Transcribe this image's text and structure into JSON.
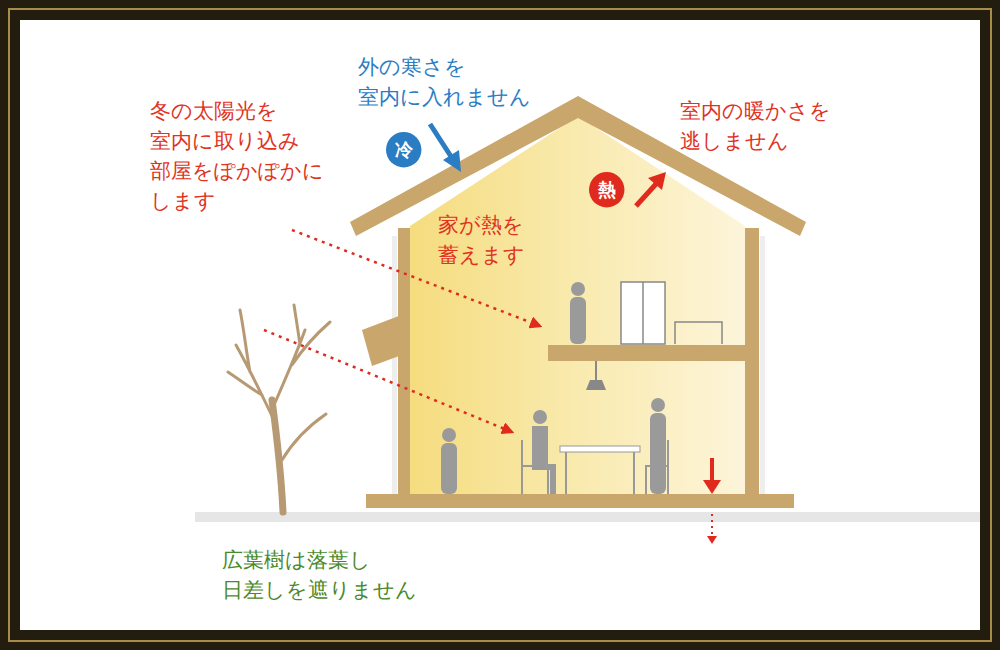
{
  "diagram": {
    "nodes": [
      {
        "text": [
          "冷"
        ]
      },
      {
        "text": [
          "熱"
        ]
      }
    ],
    "labels": [
      "外の寒さを 室内に入れません",
      "冬の太陽光を 室内に取り込み 部屋をぽかぽかに します",
      "室内の暖かさを 逃しません",
      "家が熱を 蓄えます",
      "広葉樹は落葉し 日差しを遮りません"
    ]
  }
}
